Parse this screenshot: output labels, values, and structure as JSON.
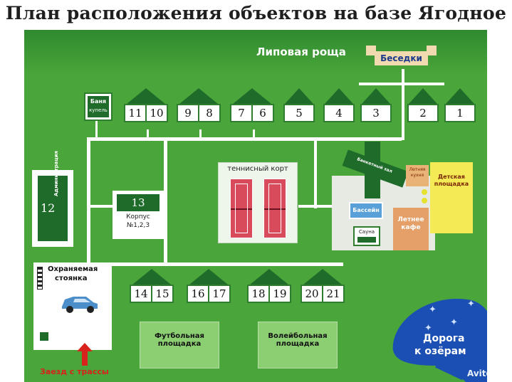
{
  "title": "План расположения объектов на базе Ягодное",
  "labels": {
    "lipovaya": "Липовая роща",
    "besedki": "Беседки",
    "banya": "Баня",
    "kupel": "купель",
    "tennis": "теннисный корт",
    "banket": "Банкетный зал",
    "letnyaya_kuhnya": "Летняя кухня",
    "detskaya": "Детская площадка",
    "bassein": "Бассейн",
    "letnee_kafe": "Летнее кафе",
    "sauna": "Сауна",
    "num12": "12",
    "admin": "Администрация",
    "num13": "13",
    "korpus": "Корпус",
    "korpus_nums": "№1,2,3",
    "parking_line1": "Охраняемая",
    "parking_line2": "стоянка",
    "futbol_line1": "Футбольная",
    "futbol_line2": "площадка",
    "volley_line1": "Волейбольная",
    "volley_line2": "площадка",
    "zaezd": "Заезд с трассы",
    "road_line1": "Дорога",
    "road_line2": "к озёрам",
    "watermark": "Avito"
  },
  "houses_top": [
    [
      "11",
      "10"
    ],
    [
      "9",
      "8"
    ],
    [
      "7",
      "6"
    ],
    [
      "5"
    ],
    [
      "4"
    ],
    [
      "3"
    ],
    [
      "2"
    ],
    [
      "1"
    ]
  ],
  "houses_bottom": [
    [
      "14",
      "15"
    ],
    [
      "16",
      "17"
    ],
    [
      "18",
      "19"
    ],
    [
      "20",
      "21"
    ]
  ],
  "colors": {
    "field": "#4aa53a",
    "dark_green": "#1f6b2a",
    "court": "#d84b5a",
    "pool": "#5aa0d8",
    "cafe": "#e5a06a",
    "playground": "#f4ea55",
    "lake": "#1c4fb4"
  }
}
